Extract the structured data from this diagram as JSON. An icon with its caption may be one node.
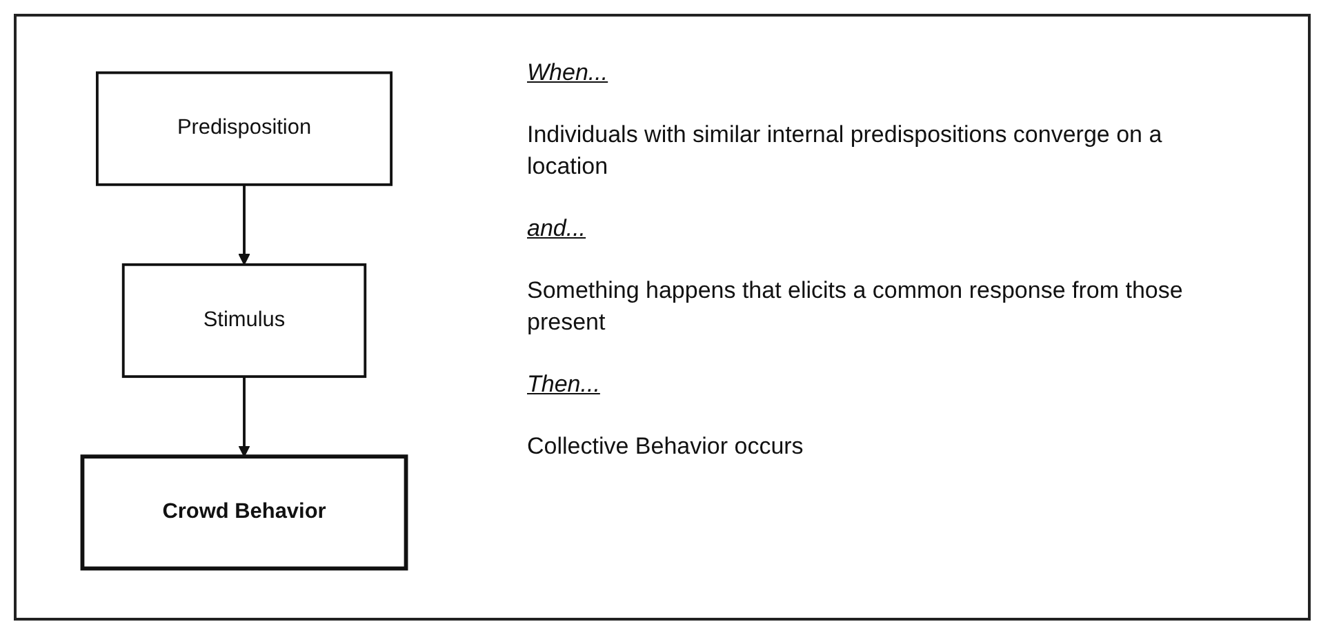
{
  "diagram": {
    "nodes": [
      {
        "text": [
          "Predisposition"
        ]
      },
      {
        "text": [
          "Stimulus"
        ]
      },
      {
        "text": [
          "Crowd Behavior"
        ]
      }
    ],
    "edges": [
      {
        "from": 0,
        "to": 1,
        "arrow": "to"
      },
      {
        "from": 1,
        "to": 2,
        "arrow": "to"
      }
    ],
    "labels": [
      "When...",
      "Individuals with similar internal predispositions converge on a location",
      "and...",
      "Something happens that elicits a common response from those present",
      "Then...",
      "Collective Behavior occurs"
    ]
  }
}
